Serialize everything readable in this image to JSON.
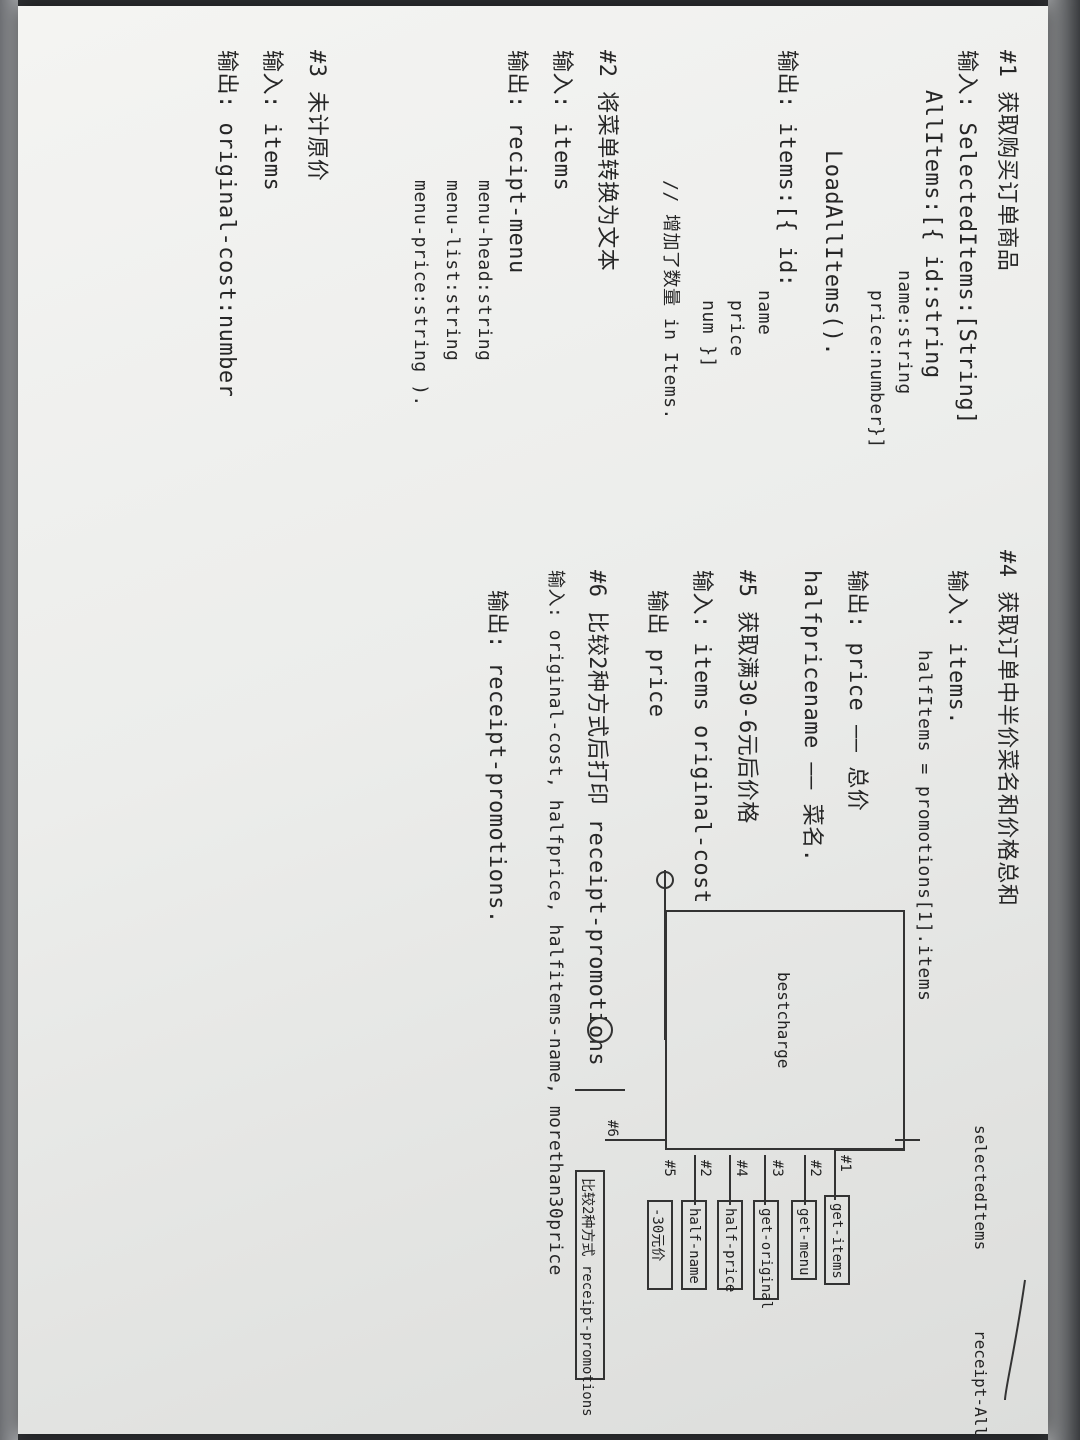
{
  "section1": {
    "title": "#1 获取购买订单商品",
    "input": "输入: SelectedItems:[String]",
    "allitems": "AllItems:[{ id:string",
    "allitems_name": "name:string",
    "allitems_price": "price:number}]",
    "loadall": "LoadAllItems().",
    "output": "输出: items:[{ id:",
    "out_name": "name",
    "out_price": "price",
    "out_num": "num }]",
    "comment": "// 增加了数量 in Items."
  },
  "section2": {
    "title": "#2 将菜单转换为文本",
    "input": "输入: items",
    "output": "输出: recipt-menu",
    "m_head": "menu-head:string",
    "m_list": "menu-list:string",
    "m_price": "menu-price:string )."
  },
  "section3": {
    "title": "#3 未计原价",
    "input": "输入: items",
    "output": "输出: original-cost:number"
  },
  "section4": {
    "title": "#4 获取订单中半价菜名和价格总和",
    "input": "输入: items.",
    "halfitems": "halfItems = promotions[1].items",
    "output": "输出: price —— 总价",
    "output2": "halfpricename —— 菜名."
  },
  "section5": {
    "title": "#5 获取满30-6元后价格",
    "input": "输入: items original-cost",
    "output": "输出 price"
  },
  "section6": {
    "title": "#6 比较2种方式后打印 receipt-promotions",
    "input": "输入: original-cost, halfprice, halfitems-name, morethan30price",
    "output": "输出: receipt-promotions."
  },
  "diagram": {
    "input_label": "selectedItems",
    "output_label": "receipt-All",
    "main_box": "bestcharge",
    "node_get_items": "get-items",
    "node_get_menu": "get-menu",
    "node_original": "get-original",
    "node_half_price": "half-price",
    "node_half_name": "half-name",
    "node_30": "-30元价",
    "node_compare": "比较2种方式 receipt-promotions",
    "tag1": "#1",
    "tag2": "#2",
    "tag3": "#3",
    "tag4": "#4",
    "tag5": "#5",
    "tag6": "#6",
    "tag2b": "#2"
  }
}
